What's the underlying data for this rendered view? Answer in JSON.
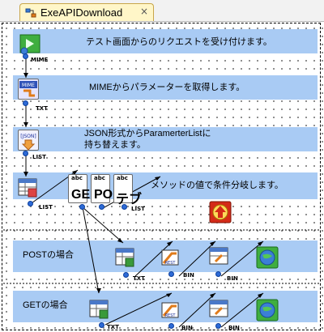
{
  "tab": {
    "title": "ExeAPIDownload",
    "close": "×"
  },
  "bands": {
    "b1": "テスト画面からのリクエストを受け付けます。",
    "b2": "MIMEからパラメーターを取得します。",
    "b3": "JSON形式からParamerterListに\n持ち替えます。",
    "b4": "メソッドの値で条件分岐します。",
    "b5": "POSTの場合",
    "b6": "GETの場合"
  },
  "ports": {
    "mime": "MIME",
    "txt": "TXT",
    "list": "LIST",
    "bin": "BIN",
    "abc": "abc"
  },
  "node_labels": {
    "mime": "MIME",
    "json": "[JSON]",
    "rest": "REST"
  },
  "branch_labels": [
    "GE",
    "PO",
    "テブ"
  ]
}
